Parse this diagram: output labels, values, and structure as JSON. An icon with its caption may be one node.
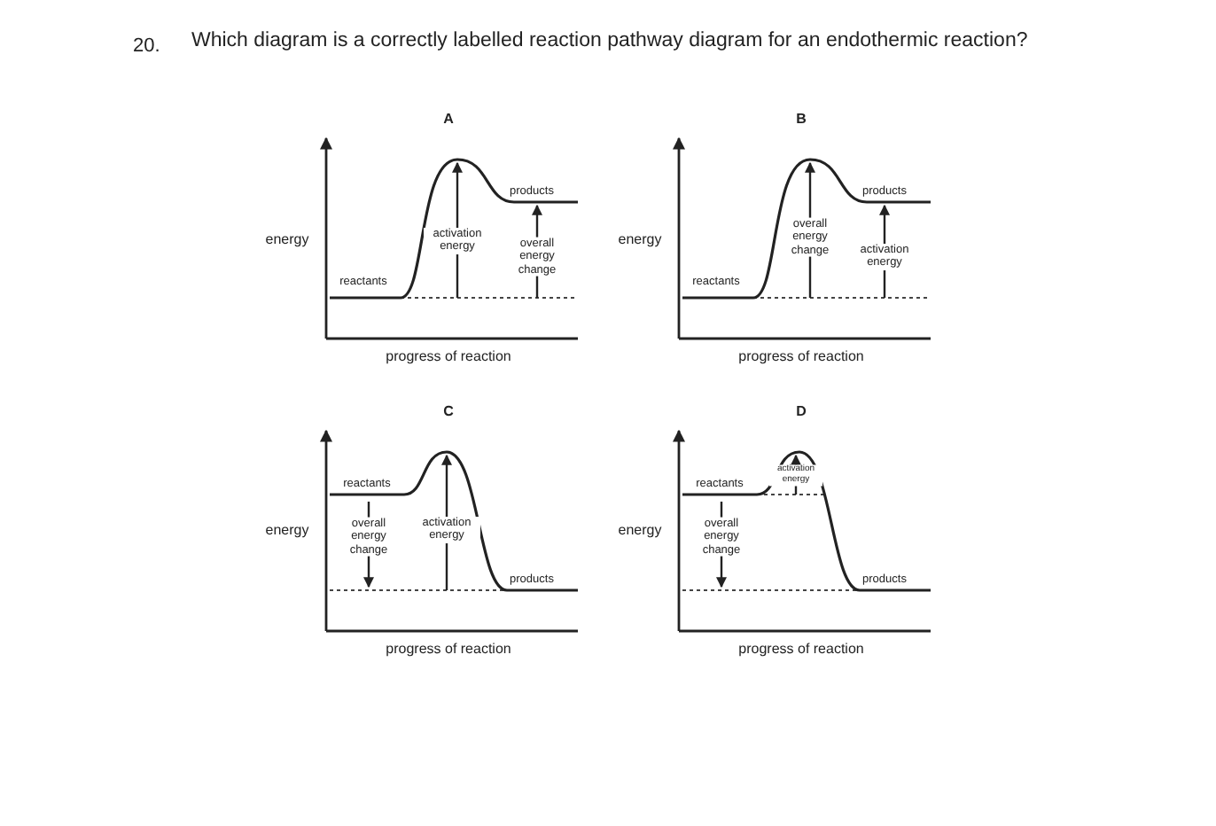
{
  "diagram": {
    "title": "Which diagram is a correctly labelled reaction pathway diagram for an endothermic reaction?",
    "labels": [
      "20.",
      "A",
      "energy",
      "products",
      "activation energy",
      "overall energy change",
      "reactants",
      "progress of reaction",
      "B",
      "energy",
      "products",
      "overall energy change",
      "activation energy",
      "reactants",
      "progress of reaction",
      "C",
      "reactants",
      "energy",
      "overall energy change",
      "activation energy",
      "products",
      "progress of reaction",
      "D",
      "activation energy",
      "reactants",
      "energy",
      "overall energy change",
      "products",
      "progress of reaction"
    ]
  }
}
